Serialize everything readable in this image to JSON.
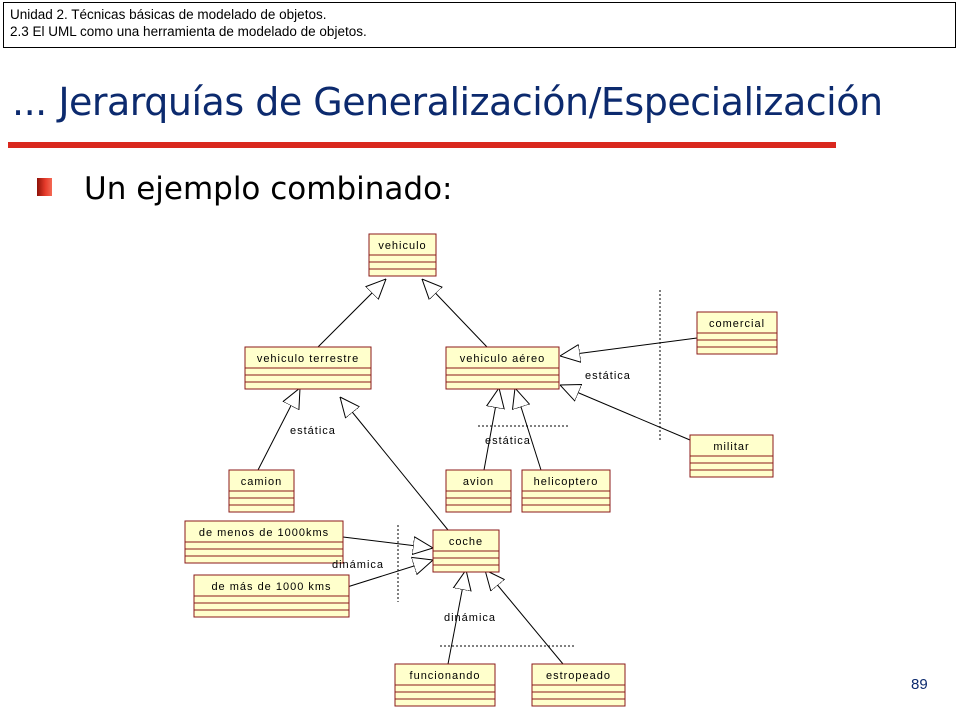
{
  "header": {
    "line1": "Unidad 2. Técnicas básicas de modelado de objetos.",
    "line2": "2.3 El UML como una herramienta de modelado de objetos."
  },
  "title": "... Jerarquías de Generalización/Especialización",
  "bullet": "Un ejemplo combinado:",
  "diagram": {
    "classes": {
      "vehiculo": "vehiculo",
      "vehiculo_terrestre": "vehiculo terrestre",
      "vehiculo_aereo": "vehiculo aéreo",
      "comercial": "comercial",
      "militar": "militar",
      "camion": "camion",
      "avion": "avion",
      "helicoptero": "helicoptero",
      "de_menos": "de menos de 1000kms",
      "de_mas": "de más de 1000 kms",
      "coche": "coche",
      "funcionando": "funcionando",
      "estropeado": "estropeado"
    },
    "labels": {
      "estatica_terrestre": "estática",
      "estatica_aereo_sub": "estática",
      "estatica_aereo_side": "estática",
      "dinamica_coche_side": "dinámica",
      "dinamica_coche_sub": "dinámica"
    },
    "colors": {
      "class_fill": "#ffffcc",
      "class_stroke": "#8b1a1a",
      "line": "#000000"
    }
  },
  "page_number": "89"
}
